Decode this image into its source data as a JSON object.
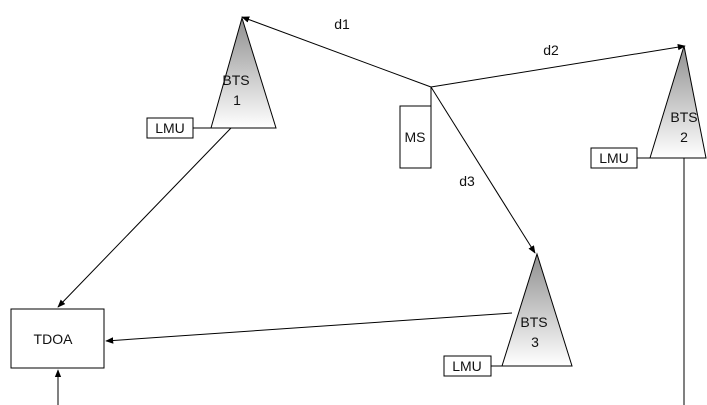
{
  "diagram": {
    "colors": {
      "stroke": "#000000",
      "tower_top": "#8f8f8f",
      "tower_bottom": "#ffffff",
      "background": "#ffffff"
    },
    "mobile_station": {
      "label": "MS"
    },
    "towers": [
      {
        "line1": "BTS",
        "line2": "1",
        "lmu": "LMU"
      },
      {
        "line1": "BTS",
        "line2": "2",
        "lmu": "LMU"
      },
      {
        "line1": "BTS",
        "line2": "3",
        "lmu": "LMU"
      }
    ],
    "distances": {
      "d1": "d1",
      "d2": "d2",
      "d3": "d3"
    },
    "processor": {
      "label": "TDOA"
    }
  }
}
